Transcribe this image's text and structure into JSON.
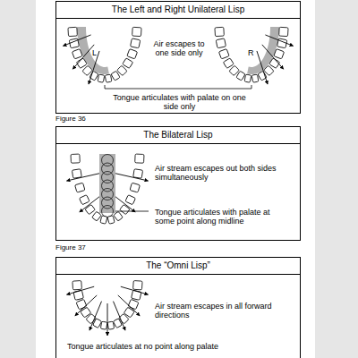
{
  "diagram": {
    "nodes": [
      {
        "text": [
          "The Left and Right Unilateral Lisp",
          "L",
          "Air escapes to one side only",
          "R",
          "Tongue articulates with palate on one side only"
        ]
      },
      {
        "text": [
          "The Bilateral Lisp",
          "Air stream escapes out both sides simultaneously",
          "Tongue articulates with palate at some point along midline"
        ]
      },
      {
        "text": [
          "The “Omni Lisp”",
          "Air stream escapes in all forward directions",
          "Tongue articulates at no point along palate"
        ]
      }
    ],
    "labels": [
      "Figure 36",
      "Figure 37"
    ]
  }
}
